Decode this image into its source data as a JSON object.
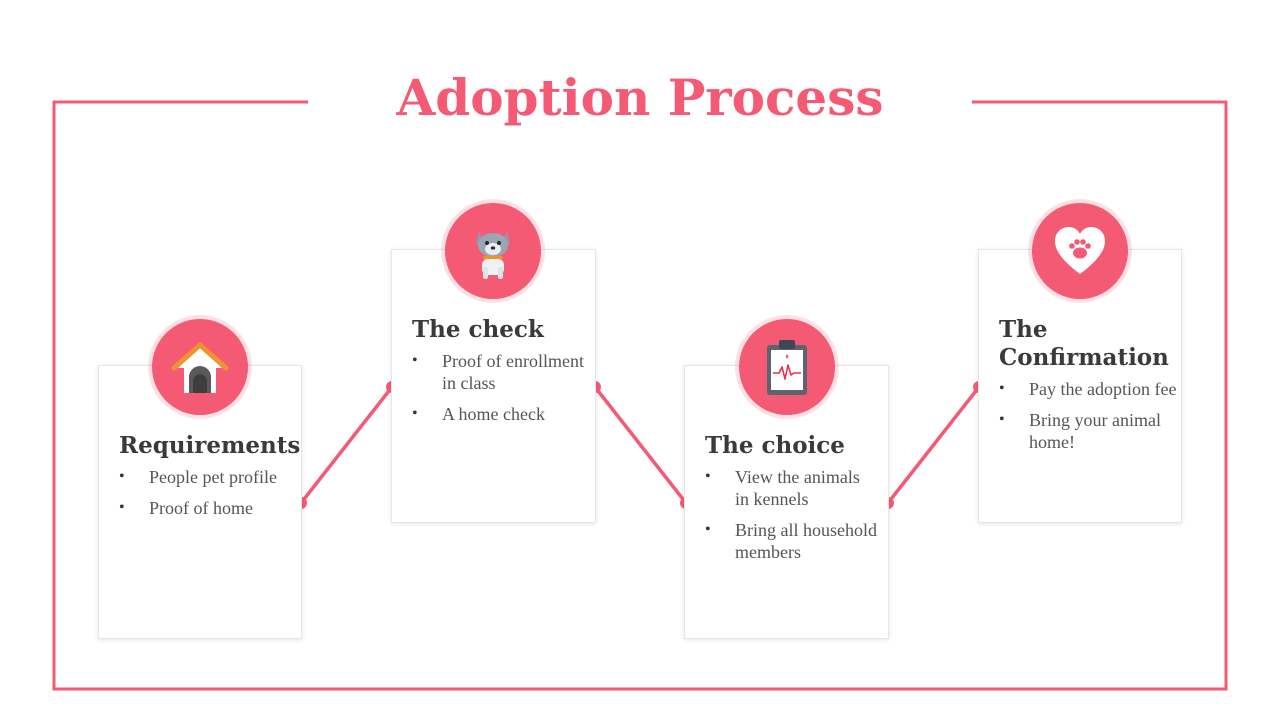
{
  "title": "Adoption Process",
  "colors": {
    "accent": "#f45a74",
    "text_dark": "#3a3a3a",
    "text_body": "#555555"
  },
  "steps": [
    {
      "title": "Requirements",
      "icon": "dog-house-icon",
      "bullets": [
        "People pet profile",
        "Proof of home"
      ]
    },
    {
      "title": "The check",
      "icon": "dog-icon",
      "bullets": [
        "Proof of enrollment in class",
        "A home check"
      ]
    },
    {
      "title": "The choice",
      "icon": "clipboard-heartbeat-icon",
      "bullets": [
        "View the animals in kennels",
        "Bring all household members"
      ]
    },
    {
      "title": "The Confirmation",
      "icon": "heart-paw-icon",
      "bullets": [
        "Pay the adoption fee",
        "Bring your animal home!"
      ]
    }
  ]
}
